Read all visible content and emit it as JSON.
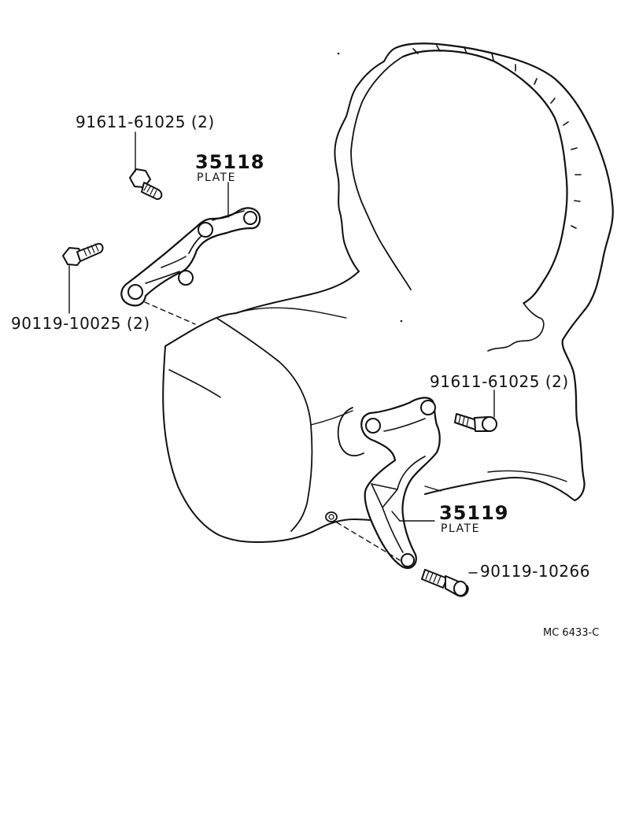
{
  "labels": {
    "bolt_top_left": "91611-61025 (2)",
    "plate_upper_number": "35118",
    "plate_upper_name": "PLATE",
    "bolt_left": "90119-10025 (2)",
    "bolt_right": "91611-61025 (2)",
    "plate_lower_number": "35119",
    "plate_lower_name": "PLATE",
    "bolt_bottom_right": "90119-10266",
    "figure_reference": "MC 6433-C"
  },
  "colors": {
    "ink": "#111111",
    "paper": "#ffffff"
  }
}
